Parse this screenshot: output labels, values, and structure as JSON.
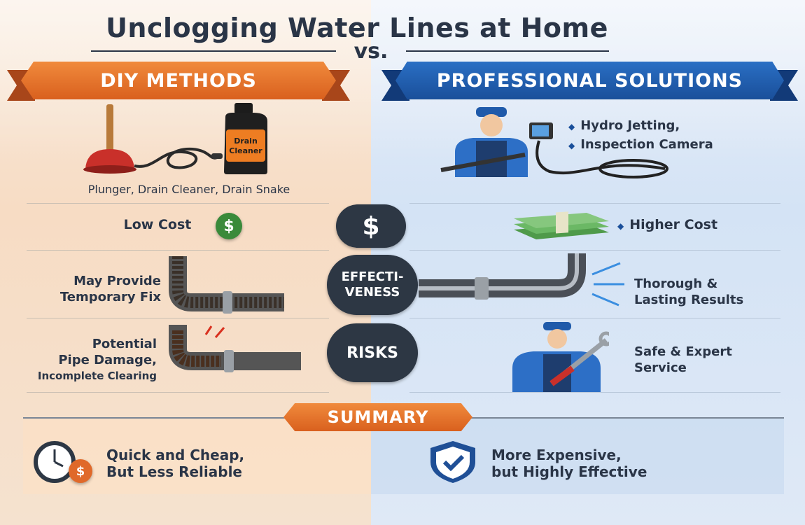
{
  "title": "Unclogging Water Lines at Home",
  "vs": "vs.",
  "left_header": "DIY METHODS",
  "right_header": "PROFESSIONAL SOLUTIONS",
  "diy": {
    "tools_caption": "Plunger, Drain Cleaner, Drain Snake",
    "bottle_label_line1": "Drain",
    "bottle_label_line2": "Cleaner",
    "cost": "Low Cost",
    "effectiveness_line1": "May Provide",
    "effectiveness_line2": "Temporary Fix",
    "risks_line1": "Potential",
    "risks_line2": "Pipe Damage,",
    "risks_line3": "Incomplete Clearing"
  },
  "pro": {
    "services": [
      "Hydro Jetting,",
      "Inspection Camera"
    ],
    "cost": "Higher Cost",
    "effectiveness_line1": "Thorough &",
    "effectiveness_line2": "Lasting Results",
    "risks_line1": "Safe & Expert",
    "risks_line2": "Service"
  },
  "center": {
    "cost_symbol": "$",
    "effectiveness_line1": "EFFECTI-",
    "effectiveness_line2": "VENESS",
    "risks": "RISKS"
  },
  "summary": {
    "label": "SUMMARY",
    "left_line1": "Quick and Cheap,",
    "left_line2": "But Less Reliable",
    "right_line1": "More Expensive,",
    "right_line2": "but Highly Effective"
  },
  "icon_symbol": "$",
  "colors": {
    "diy_accent": "#e0692a",
    "pro_accent": "#1f5aaa",
    "dark": "#2d3744",
    "money_green": "#3a8a3a"
  }
}
